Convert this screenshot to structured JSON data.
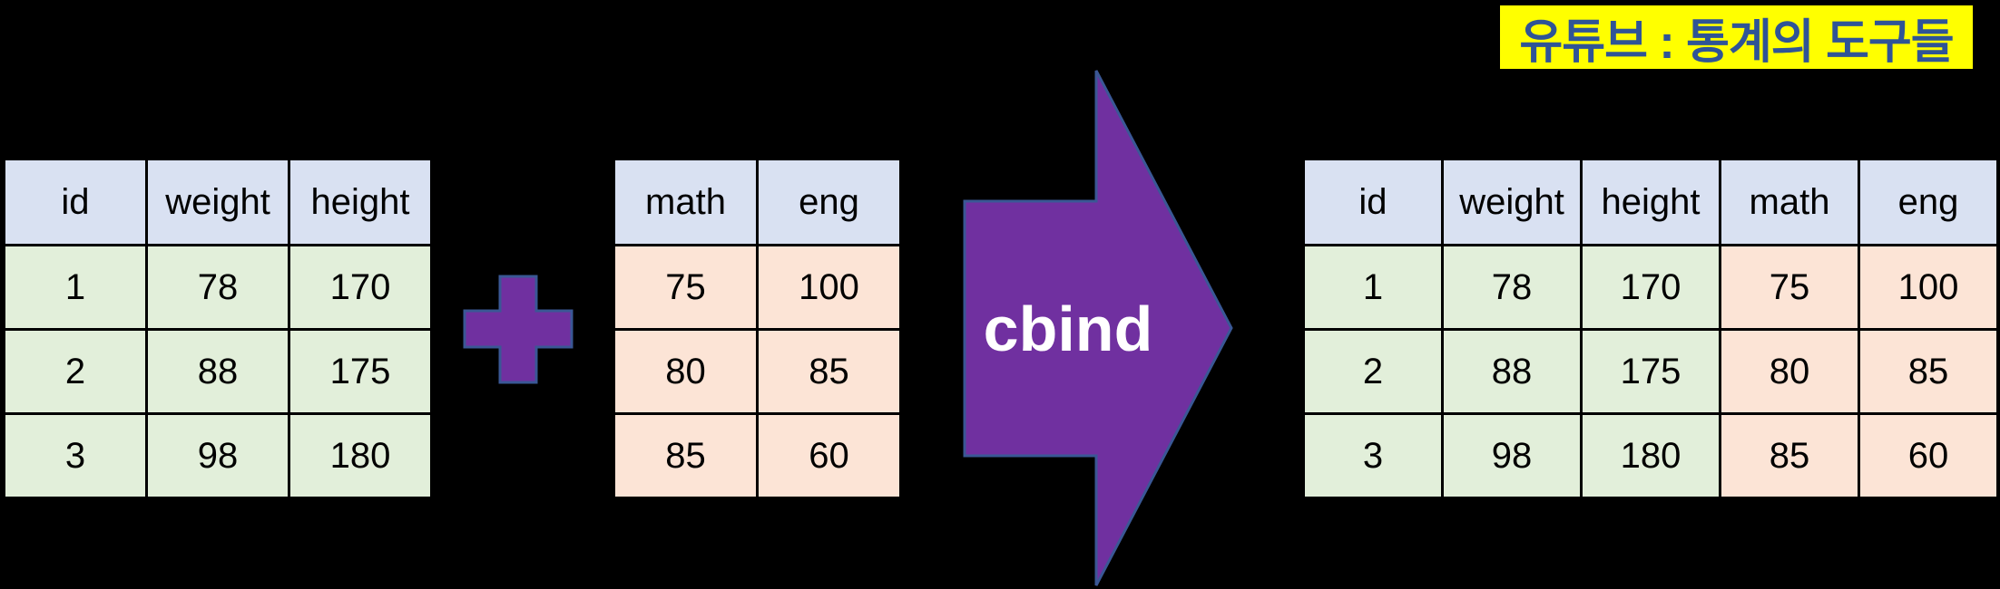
{
  "banner": {
    "title": "유튜브 : 통계의 도구들",
    "bg_color": "#FFFF00",
    "text_color": "#2F5496"
  },
  "arrow": {
    "label": "cbind",
    "fill": "#7030A0",
    "stroke": "#3A5795",
    "label_color": "#FFFFFF"
  },
  "operator": {
    "name": "plus",
    "fill": "#7030A0",
    "stroke": "#3A5795"
  },
  "colors": {
    "background": "#000000",
    "header_bg": "#D9E1F2",
    "green_bg": "#E2EFDA",
    "peach_bg": "#FCE4D6",
    "cell_text": "#000000",
    "grid_line": "#000000"
  },
  "tables": {
    "left": {
      "headers": [
        "id",
        "weight",
        "height"
      ],
      "rows": [
        [
          "1",
          "78",
          "170"
        ],
        [
          "2",
          "88",
          "175"
        ],
        [
          "3",
          "98",
          "180"
        ]
      ]
    },
    "middle": {
      "headers": [
        "math",
        "eng"
      ],
      "rows": [
        [
          "75",
          "100"
        ],
        [
          "80",
          "85"
        ],
        [
          "85",
          "60"
        ]
      ]
    },
    "result": {
      "headers": [
        "id",
        "weight",
        "height",
        "math",
        "eng"
      ],
      "rows": [
        [
          "1",
          "78",
          "170",
          "75",
          "100"
        ],
        [
          "2",
          "88",
          "175",
          "80",
          "85"
        ],
        [
          "3",
          "98",
          "180",
          "85",
          "60"
        ]
      ]
    }
  }
}
